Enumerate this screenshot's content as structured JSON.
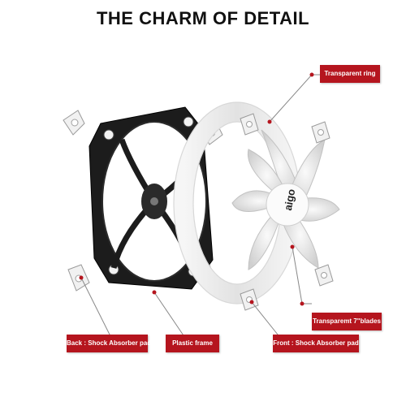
{
  "title": "THE CHARM OF DETAIL",
  "brand": "aigo",
  "labels": {
    "transparent_ring": "Transparent ring",
    "transparent_blades": "Transparemt  7\"blades",
    "back_pad": "Back : Shock Absorber pad",
    "plastic_frame": "Plastic frame",
    "front_pad": "Front : Shock Absorber pad"
  },
  "colors": {
    "accent": "#b5151e",
    "frame": "#1c1c1c",
    "ring": "#ececec",
    "leader": "#888888"
  }
}
